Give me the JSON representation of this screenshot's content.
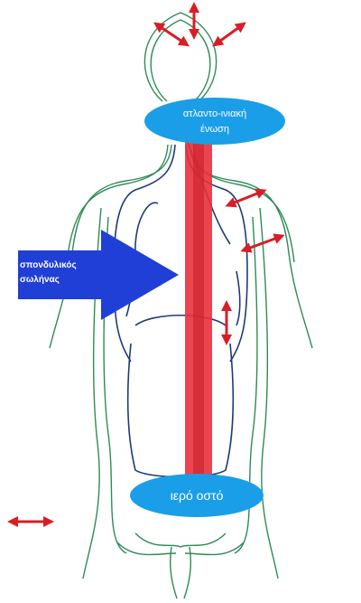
{
  "labels": {
    "atlanto_occipital_line1": "ατλαντο-ινιακή",
    "atlanto_occipital_line2": "ένωση",
    "spinal_canal_line1": "σπονδυλικός",
    "spinal_canal_line2": "σωλήνας",
    "sacrum": "ιερό οστό"
  },
  "colors": {
    "green_outline": "#2e8b57",
    "dark_outline": "#1f3a7a",
    "spine_red": "#e8303c",
    "arrow_red": "#d81e25",
    "label_blue": "#1a9ee8",
    "pointer_blue": "#1f3fd6"
  },
  "icons": [
    "double-arrow-icon",
    "pointer-arrow-icon"
  ]
}
